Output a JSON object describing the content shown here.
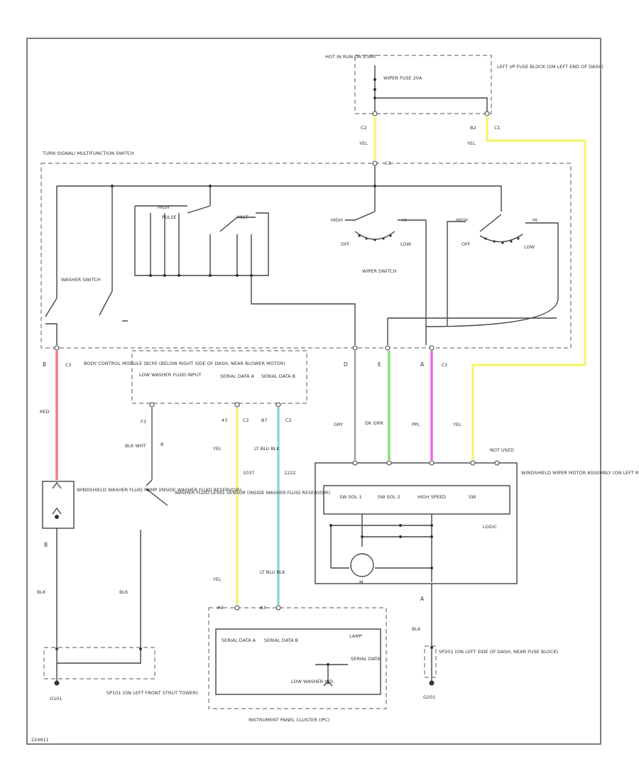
{
  "labels": {
    "hot_in_run": "HOT IN RUN OR START",
    "wiper_fuse": "WIPER FUSE 20A",
    "fuse_block": "LEFT I/P FUSE BLOCK (ON LEFT END OF DASH)",
    "c2_top": "C2",
    "b2_top": "B2",
    "c1_top": "C1",
    "yel_1": "YEL",
    "yel_2": "YEL",
    "turn_signal": "TURN SIGNAL/ MULTIFUNCTION SWITCH",
    "c3_top": "C3",
    "washer_switch": "WASHER SWITCH",
    "wiper_switch": "WIPER SWITCH",
    "high": "HIGH",
    "high2": "HIGH",
    "low": "LOW",
    "low2": "LOW",
    "off": "OFF",
    "off2": "OFF",
    "hi": "HI",
    "hi2": "HI",
    "pulse": "PULSE",
    "mist": "MIST",
    "pin_b": "B",
    "pin_c3": "C3",
    "bcm": "BODY CONTROL MODULE (BCM) (BELOW RIGHT SIDE OF DASH, NEAR BLOWER MOTOR)",
    "low_washer": "LOW WASHER FLUID INPUT",
    "serial_data_1": "SERIAL DATA A",
    "serial_data_2": "SERIAL DATA B",
    "pin_d": "D",
    "pin_e": "E",
    "pin_a": "A",
    "pin_c1": "C1",
    "red": "RED",
    "f3": "F3",
    "b": "B",
    "blk_wht": "BLK WHT",
    "pin_43": "43",
    "c2_mid": "C2",
    "pin_b7": "B7",
    "c2_mid2": "C2",
    "gry": "GRY",
    "dk_grn": "DK GRN",
    "ppl": "PPL",
    "yel_3": "YEL",
    "yel_4": "YEL",
    "lt_blu_blk": "LT BLU BLK",
    "ckt_1": "1037",
    "ckt_2": "1222",
    "not_used": "NOT USED",
    "pump": "WINDSHIELD WASHER FLUID PUMP (INSIDE WASHER FLUID RESERVOIR)",
    "level_sensor": "WASHER FLUID LEVEL SENSOR (INSIDE WASHER FLUID RESERVOIR)",
    "wiper_motor": "WINDSHIELD WIPER MOTOR ASSEMBLY (ON LEFT REAR OF ENGINE COMPARTMENT)",
    "sw_1": "SW SOL 1",
    "sw_2": "SW SOL 2",
    "high_speed": "HIGH SPEED",
    "sw": "SW",
    "logic": "LOGIC",
    "m": "M",
    "pin_b_bottom": "B",
    "yel_5": "YEL",
    "lt_blu_blk_2": "LT BLU BLK",
    "blk_1": "BLK",
    "blk_2": "BLK",
    "blk_3": "BLK",
    "pin_a_bottom": "A",
    "pin_a9": "A9",
    "pin_a3": "A3",
    "ipc_serial_1": "SERIAL DATA A",
    "ipc_serial_2": "SERIAL DATA B",
    "lamp_ipc": "LAMP",
    "ipc_serial_data": "SERIAL DATA",
    "low_washer_ind": "LOW WASHER IND.",
    "ipc": "INSTRUMENT PANEL CLUSTER (IPC)",
    "sp101": "SP101 (ON LEFT FRONT STRUT TOWER)",
    "sp201": "SP201 (ON LEFT SIDE OF DASH, NEAR FUSE BLOCK)",
    "g101": "G101",
    "g201": "G201",
    "fig_id": "224611"
  },
  "colors": {
    "red_wire": "#f08080",
    "yellow_wire": "#f4f47a",
    "green_wire": "#88e07a",
    "magenta_wire": "#f066f0",
    "cyan_wire": "#8fd8d8",
    "gray_wire": "#555555"
  }
}
